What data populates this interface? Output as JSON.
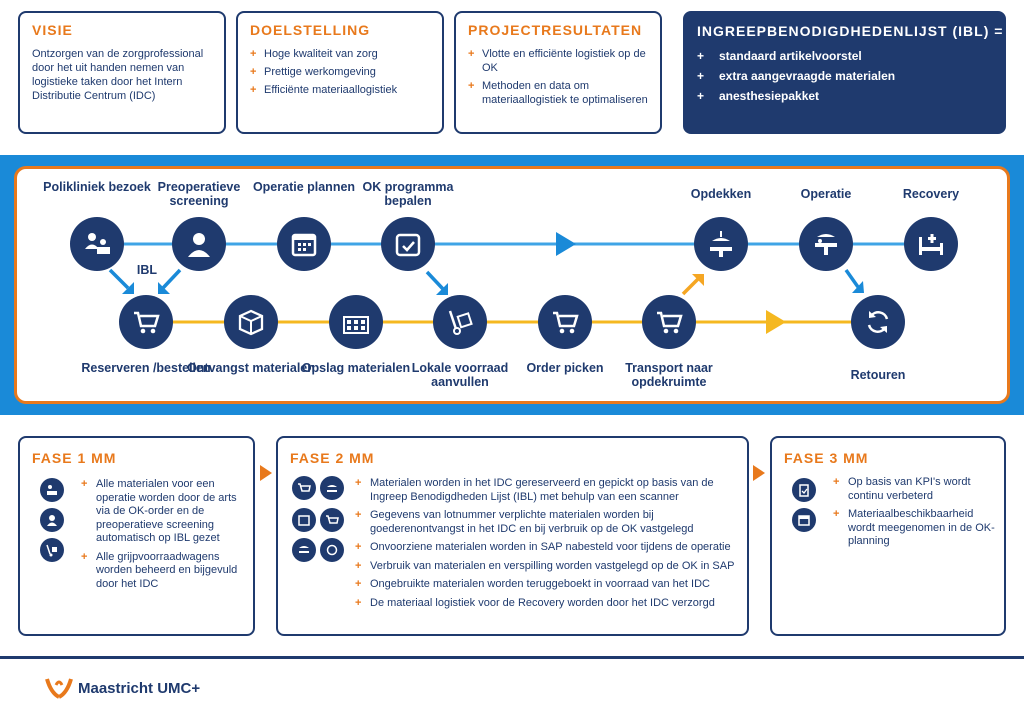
{
  "top_boxes": {
    "visie": {
      "title": "VISIE",
      "text": "Ontzorgen van de zorgprofessional door het uit handen nemen van logistieke taken door het Intern Distributie Centrum (IDC)"
    },
    "doelstelling": {
      "title": "DOELSTELLING",
      "items": [
        "Hoge kwaliteit van zorg",
        "Prettige werkomgeving",
        "Efficiënte materiaallogistiek"
      ]
    },
    "projectresultaten": {
      "title": "PROJECTRESULTATEN",
      "items": [
        "Vlotte en efficiënte logistiek op de OK",
        "Methoden en data om materiaallogistiek te optimaliseren"
      ]
    },
    "ibl": {
      "title": "INGREEPBENODIGDHEDENLIJST (IBL) =",
      "items": [
        "standaard artikelvoorstel",
        "extra aangevraagde materialen",
        "anesthesiepakket"
      ]
    }
  },
  "flow": {
    "top_row": [
      {
        "label": "Polikliniek bezoek",
        "icon": "doctor-patient-icon"
      },
      {
        "label": "Preoperatieve screening",
        "icon": "person-icon"
      },
      {
        "label": "Operatie plannen",
        "icon": "calendar-icon"
      },
      {
        "label": "OK programma bepalen",
        "icon": "calendar-check-icon"
      },
      {
        "label": "Opdekken",
        "icon": "surgical-lamp-icon"
      },
      {
        "label": "Operatie",
        "icon": "operating-table-icon"
      },
      {
        "label": "Recovery",
        "icon": "hospital-bed-icon"
      }
    ],
    "ibl_label": "IBL",
    "bottom_row": [
      {
        "label": "Reserveren /bestellen",
        "icon": "cart-icon"
      },
      {
        "label": "Ontvangst materialen",
        "icon": "box-icon"
      },
      {
        "label": "Opslag materialen",
        "icon": "warehouse-icon"
      },
      {
        "label": "Lokale voorraad aanvullen",
        "icon": "hand-truck-icon"
      },
      {
        "label": "Order picken",
        "icon": "cart-icon"
      },
      {
        "label": "Transport naar opdekruimte",
        "icon": "cart-icon"
      },
      {
        "label": "Retouren",
        "icon": "refresh-icon"
      }
    ]
  },
  "phases": {
    "fase1": {
      "title": "FASE 1 MM",
      "items": [
        "Alle materialen voor een operatie worden door de arts via de OK-order en de preoperatieve screening automatisch op IBL gezet",
        "Alle grijpvoorraadwagens worden beheerd en bijgevuld door het IDC"
      ]
    },
    "fase2": {
      "title": "FASE 2 MM",
      "items": [
        "Materialen worden in het IDC gereserveerd en gepickt op basis van de Ingreep Benodigdheden Lijst (IBL) met behulp van een scanner",
        "Gegevens van lotnummer verplichte materialen worden bij goederenontvangst in het IDC en bij verbruik op de OK vastgelegd",
        "Onvoorziene materialen worden in SAP nabesteld voor tijdens de operatie",
        "Verbruik van materialen en verspilling worden vastgelegd op de OK in SAP",
        "Ongebruikte materialen worden teruggeboekt in voorraad van het IDC",
        "De materiaal logistiek voor de Recovery worden door het IDC verzorgd"
      ]
    },
    "fase3": {
      "title": "FASE 3 MM",
      "items": [
        "Op basis van KPI's wordt continu verbeterd",
        "Materiaalbeschikbaarheid wordt meegenomen in de OK-planning"
      ]
    }
  },
  "footer": {
    "logo_text": "Maastricht UMC+"
  },
  "colors": {
    "navy": "#1f3a6e",
    "orange": "#e8791c",
    "blue": "#1a8ad8",
    "yellow": "#f5b820",
    "lightblue": "#3fa4e6"
  }
}
